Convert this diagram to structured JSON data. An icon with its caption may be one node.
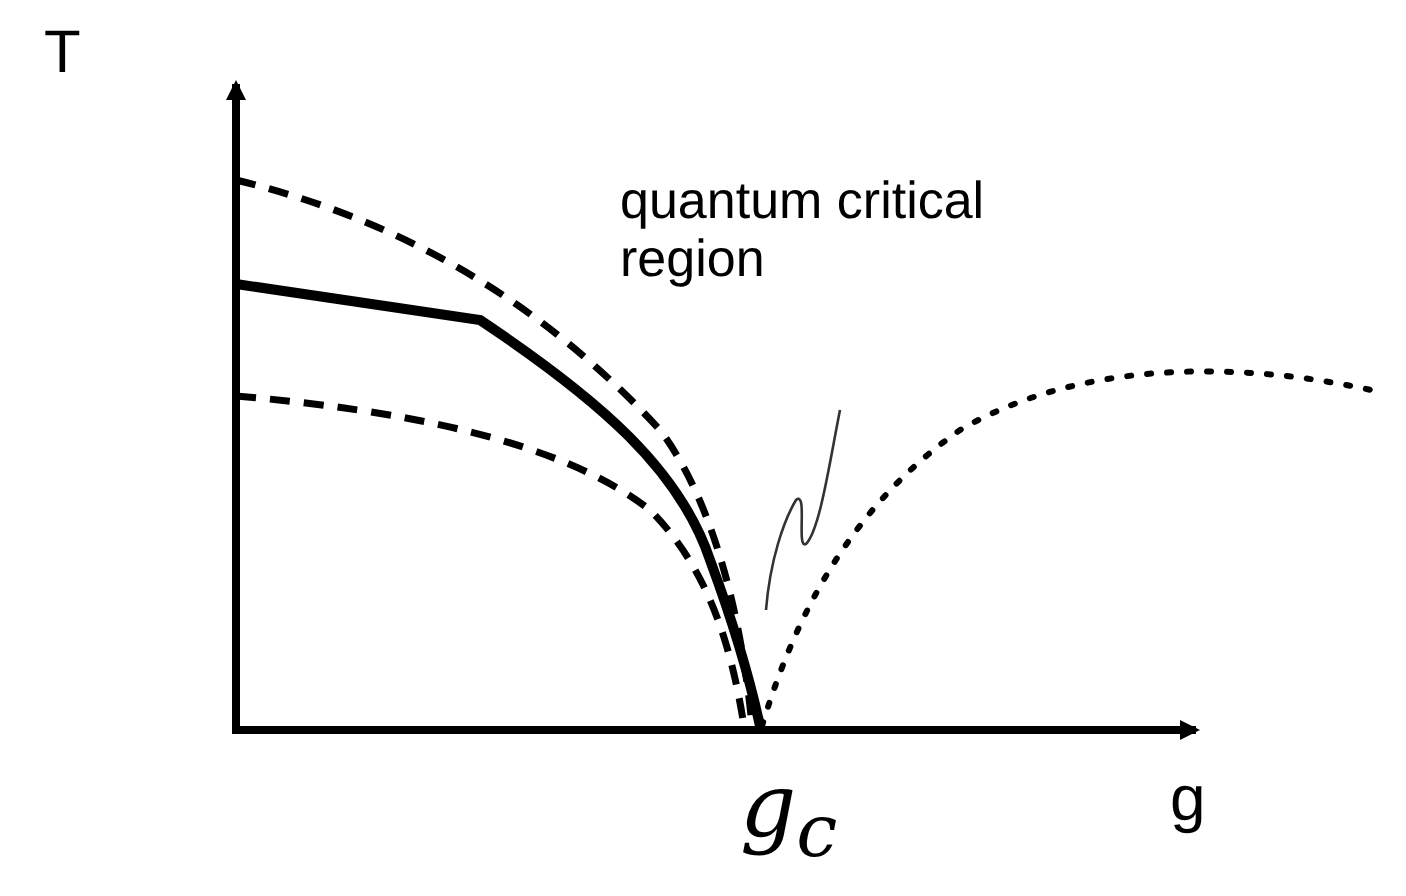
{
  "diagram": {
    "labels": [
      "T",
      "quantum critical region",
      "g$_{c}$",
      "g"
    ]
  }
}
